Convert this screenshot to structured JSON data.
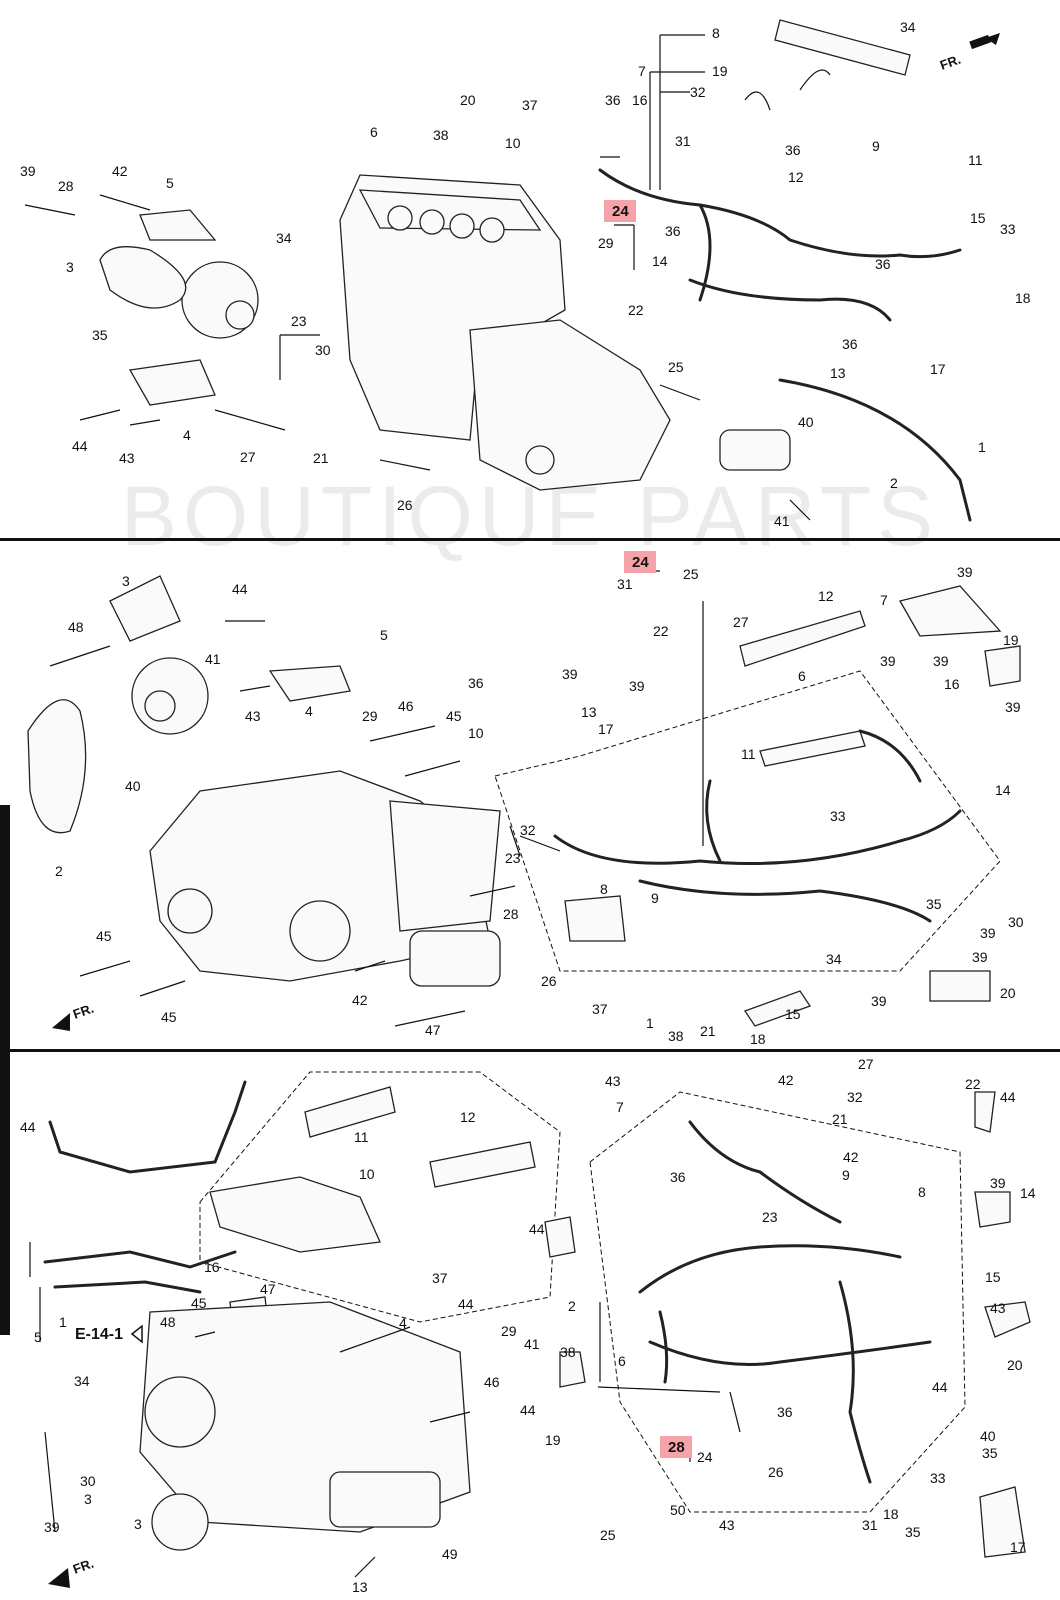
{
  "watermark": "BOUTIQUE PARTS",
  "panel1": {
    "fr_label": "FR.",
    "labels": [
      "8",
      "34",
      "7",
      "19",
      "32",
      "37",
      "36",
      "16",
      "20",
      "6",
      "38",
      "10",
      "31",
      "36",
      "9",
      "11",
      "12",
      "39",
      "42",
      "28",
      "5",
      "34",
      "3",
      "24",
      "29",
      "36",
      "14",
      "36",
      "15",
      "33",
      "18",
      "23",
      "30",
      "22",
      "35",
      "36",
      "13",
      "17",
      "44",
      "43",
      "4",
      "27",
      "21",
      "26",
      "25",
      "40",
      "1",
      "2",
      "41"
    ],
    "highlight": "24"
  },
  "panel2": {
    "fr_label": "FR.",
    "labels": [
      "3",
      "44",
      "48",
      "41",
      "5",
      "43",
      "4",
      "29",
      "46",
      "45",
      "40",
      "2",
      "36",
      "39",
      "13",
      "39",
      "17",
      "10",
      "23",
      "32",
      "31",
      "25",
      "22",
      "27",
      "12",
      "6",
      "11",
      "33",
      "7",
      "39",
      "39",
      "39",
      "16",
      "19",
      "39",
      "14",
      "30",
      "39",
      "35",
      "34",
      "8",
      "9",
      "26",
      "37",
      "1",
      "38",
      "21",
      "18",
      "15",
      "39",
      "20",
      "39",
      "28",
      "45",
      "45",
      "42",
      "47"
    ],
    "highlight": "24"
  },
  "panel3": {
    "fr_label": "FR.",
    "ref_label": "E-14-1",
    "labels": [
      "3",
      "3",
      "11",
      "12",
      "43",
      "7",
      "42",
      "21",
      "27",
      "32",
      "22",
      "44",
      "10",
      "36",
      "42",
      "9",
      "8",
      "39",
      "14",
      "44",
      "23",
      "37",
      "44",
      "16",
      "45",
      "48",
      "47",
      "1",
      "5",
      "4",
      "29",
      "41",
      "2",
      "6",
      "38",
      "46",
      "44",
      "19",
      "15",
      "43",
      "20",
      "44",
      "36",
      "26",
      "40",
      "24",
      "33",
      "34",
      "30",
      "39",
      "13",
      "49",
      "50",
      "43",
      "25",
      "18",
      "31",
      "35",
      "35",
      "17",
      "44"
    ],
    "highlight": "28"
  }
}
